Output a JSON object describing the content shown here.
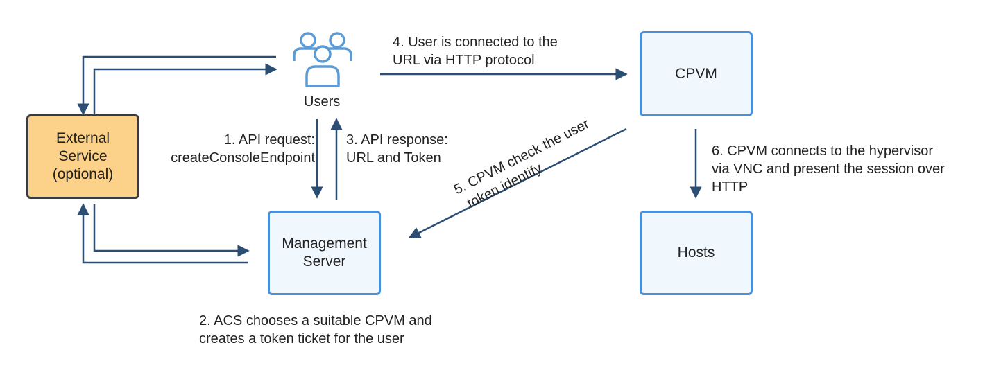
{
  "nodes": {
    "users": "Users",
    "cpvm": "CPVM",
    "hosts": "Hosts",
    "external": [
      "External",
      "Service",
      "(optional)"
    ],
    "management": [
      "Management",
      "Server"
    ]
  },
  "steps": {
    "s1": [
      "1. API request:",
      "createConsoleEndpoint"
    ],
    "s2": [
      "2. ACS chooses a suitable CPVM and",
      "creates a token ticket for the user"
    ],
    "s3": [
      "3. API response:",
      "URL and Token"
    ],
    "s4": [
      "4. User is connected to the",
      "URL via HTTP protocol"
    ],
    "s5": [
      "5. CPVM check the user",
      "token identify"
    ],
    "s6": [
      "6. CPVM connects to the hypervisor",
      "via VNC and present the session over",
      "HTTP"
    ]
  },
  "colors": {
    "line": "#2d4e73",
    "box_border": "#4a90d9",
    "box_fill": "#f0f7fd",
    "external_fill": "#fcd28a",
    "icon": "#5b9bd5"
  }
}
